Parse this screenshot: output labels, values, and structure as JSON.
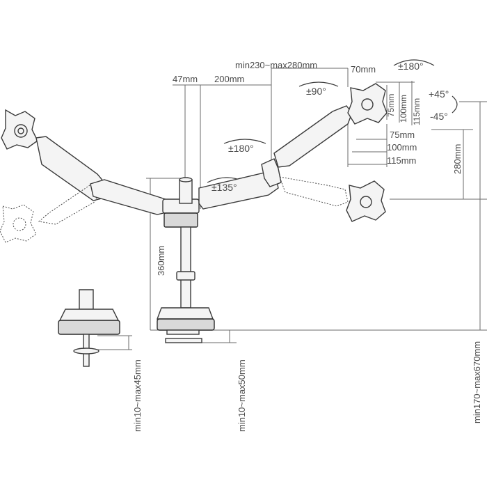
{
  "dimensions": {
    "arm_reach": "min230~max280mm",
    "vesa_offset": "70mm",
    "pole_offset": "47mm",
    "arm_segment": "200mm",
    "pole_height": "360mm",
    "height_adjust": "280mm",
    "total_height": "min170~max670mm",
    "grommet_thickness": "min10~max45mm",
    "clamp_thickness": "min10~max50mm",
    "vesa_h_75": "75mm",
    "vesa_h_100": "100mm",
    "vesa_h_115": "115mm",
    "vesa_v_75": "75mm",
    "vesa_v_100": "100mm",
    "vesa_v_115": "115mm"
  },
  "rotations": {
    "monitor_rotate": "±180°",
    "swivel_90": "±90°",
    "arm_rotate": "±180°",
    "base_rotate": "±135°",
    "tilt_up": "+45°",
    "tilt_down": "-45°"
  },
  "colors": {
    "line": "#6a6a6a",
    "outline": "#3a3a3a",
    "fill": "#f4f4f4",
    "text": "#4a4a4a"
  }
}
